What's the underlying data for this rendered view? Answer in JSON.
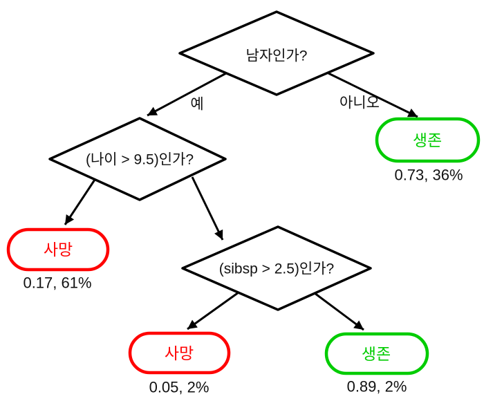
{
  "colors": {
    "survived_green": "#00CC00",
    "died_red": "#FF0000",
    "line_black": "#000000"
  },
  "tree": {
    "root": {
      "question": "남자인가?"
    },
    "branch_labels": {
      "yes": "예",
      "no": "아니오"
    },
    "age_node": {
      "question": "(나이 > 9.5)인가?"
    },
    "sibsp_node": {
      "question": "(sibsp > 2.5)인가?"
    },
    "leaves": {
      "survived_no_branch": {
        "label": "생존",
        "stats": "0.73, 36%"
      },
      "died_age_branch": {
        "label": "사망",
        "stats": "0.17, 61%"
      },
      "died_sibsp_branch": {
        "label": "사망",
        "stats": "0.05, 2%"
      },
      "survived_sibsp_branch": {
        "label": "생존",
        "stats": "0.89, 2%"
      }
    }
  }
}
